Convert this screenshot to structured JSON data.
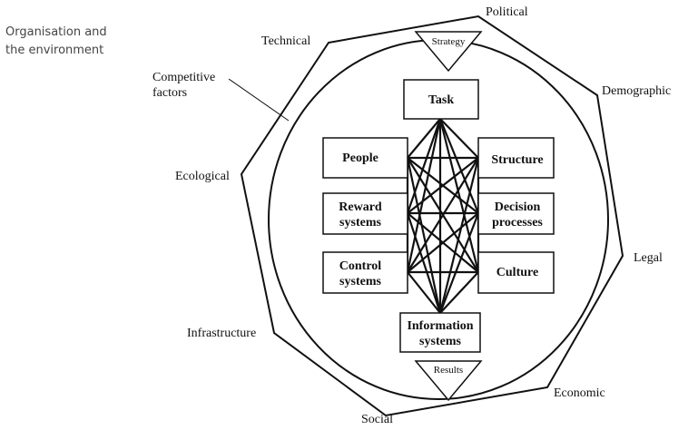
{
  "caption": {
    "line1": "Organisation and",
    "line2": "the environment"
  },
  "environment_labels": {
    "political": "Political",
    "technical": "Technical",
    "demographic": "Demographic",
    "ecological": "Ecological",
    "legal": "Legal",
    "infrastructure": "Infrastructure",
    "economic": "Economic",
    "social": "Social"
  },
  "competitive_factors": {
    "line1": "Competitive",
    "line2": "factors"
  },
  "strategy": "Strategy",
  "results": "Results",
  "boxes": {
    "task": "Task",
    "people": "People",
    "structure": "Structure",
    "reward_line1": "Reward",
    "reward_line2": "systems",
    "decision_line1": "Decision",
    "decision_line2": "processes",
    "control_line1": "Control",
    "control_line2": "systems",
    "culture": "Culture",
    "info_line1": "Information",
    "info_line2": "systems"
  },
  "colors": {
    "ink": "#111111",
    "caption": "#444444",
    "background": "#ffffff"
  }
}
